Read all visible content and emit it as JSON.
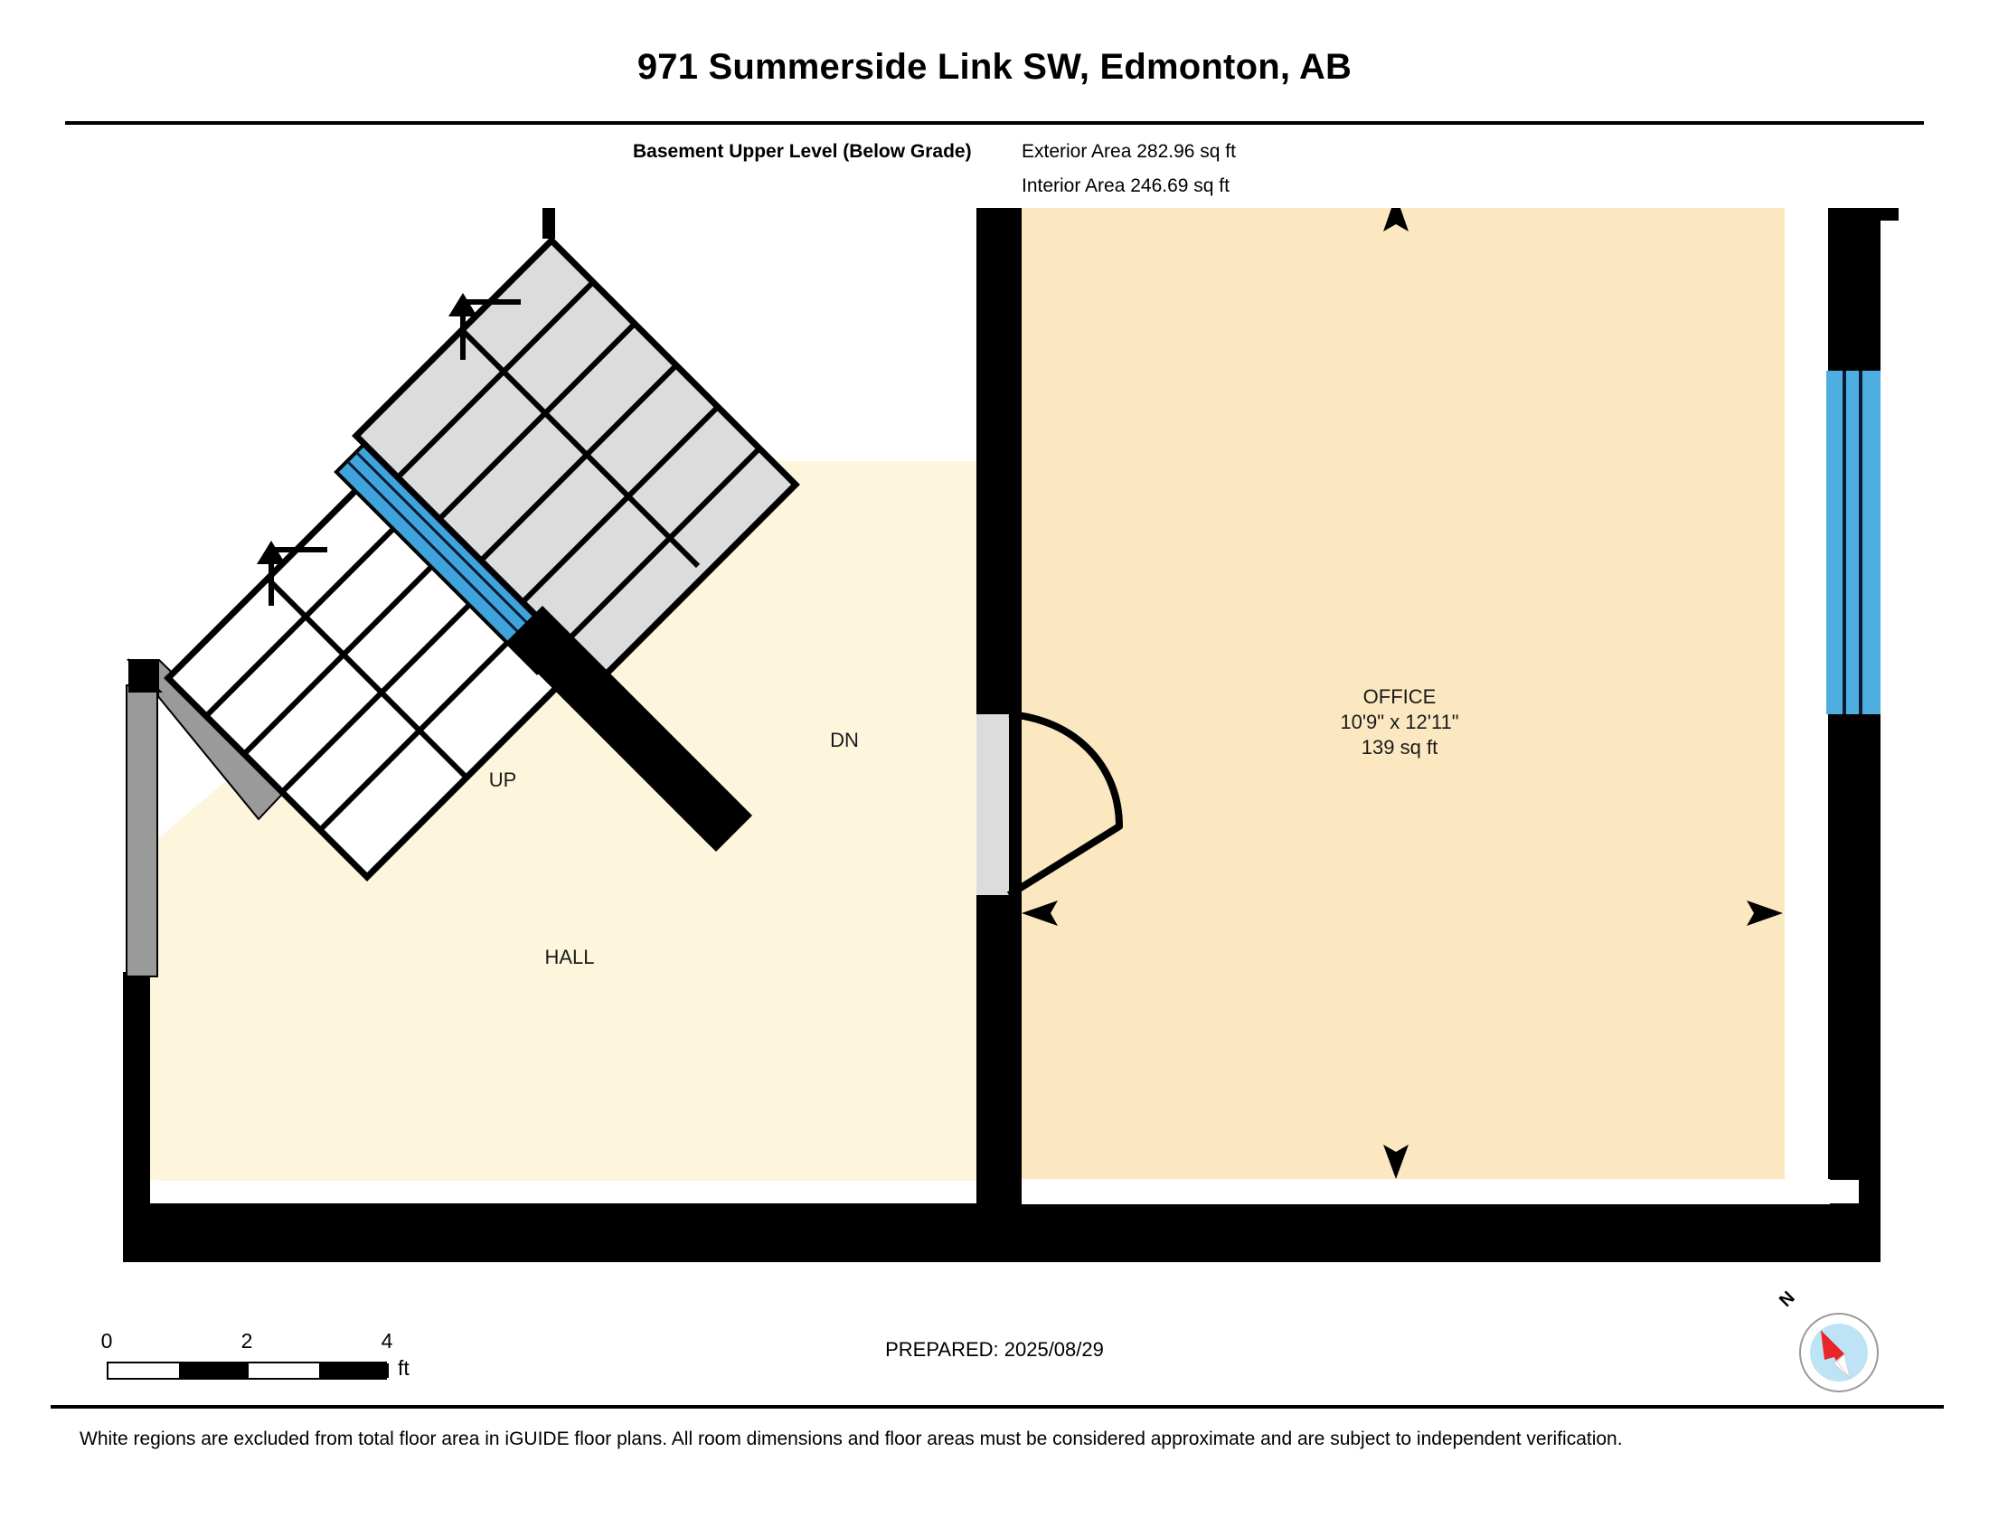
{
  "header": {
    "title": "971 Summerside Link SW, Edmonton, AB",
    "level_name": "Basement Upper Level (Below Grade)",
    "exterior_area": "Exterior Area 282.96 sq ft",
    "interior_area": "Interior Area 246.69 sq ft"
  },
  "plan": {
    "rooms": [
      {
        "name": "HALL",
        "dimensions": "",
        "area": "",
        "fill": "#FDF6DD"
      },
      {
        "name": "OFFICE",
        "dimensions": "10'9\" x 12'11\"",
        "area": "139 sq ft",
        "fill": "#FBE7C0"
      }
    ],
    "stairs": [
      {
        "label": "UP",
        "direction": "up"
      },
      {
        "label": "DN",
        "direction": "down"
      }
    ],
    "colors": {
      "wall": "#000000",
      "window": "#4FAEE0",
      "railing": "#3FA4DC",
      "stair_tread_down": "#DCDCDC",
      "stair_tread_up": "#FFFFFF",
      "guard_rail": "#9A9A9A",
      "door_leaf": "#DCDCDC",
      "excluded_region": "#FFFFFF"
    }
  },
  "scale": {
    "ticks": [
      "0",
      "2",
      "4"
    ],
    "unit": "ft"
  },
  "prepared": "PREPARED: 2025/08/29",
  "compass": {
    "north_label": "N",
    "needle_color": "#E8252A",
    "dial_color": "#BEE3F4"
  },
  "disclaimer": "White regions are excluded from total floor area in iGUIDE floor plans. All room dimensions and floor areas must be considered approximate and are subject to independent verification."
}
